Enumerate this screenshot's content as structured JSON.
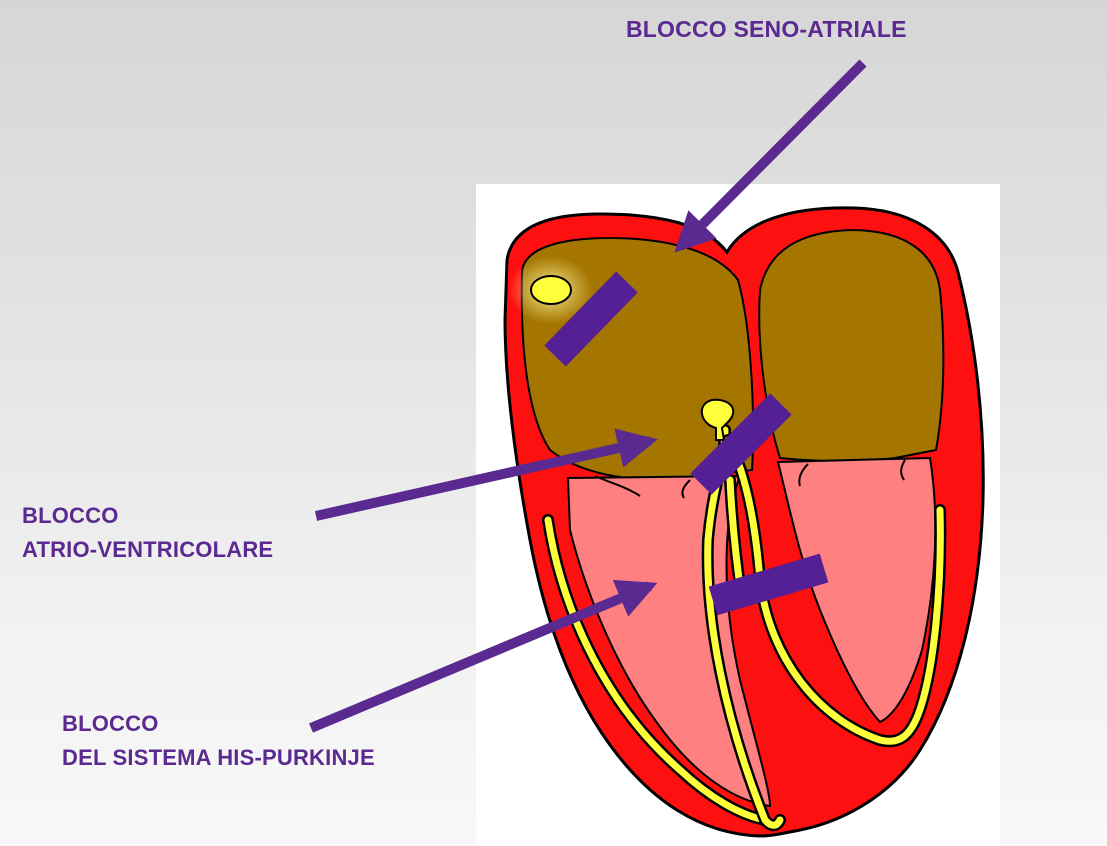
{
  "labels": {
    "sinoatrial": "BLOCCO SENO-ATRIALE",
    "atrioventricular": {
      "line1": "BLOCCO",
      "line2": "ATRIO-VENTRICOLARE"
    },
    "his_purkinje": {
      "line1": "BLOCCO",
      "line2": "DEL SISTEMA HIS-PURKINJE"
    }
  },
  "colors": {
    "label_text": "#5b2a91",
    "arrow": "#5b2a91",
    "block_bar": "#551f96",
    "myocardium": "#ff1010",
    "atria": "#a47600",
    "ventricle": "#ff8080",
    "conduction": "#ffff3c"
  }
}
